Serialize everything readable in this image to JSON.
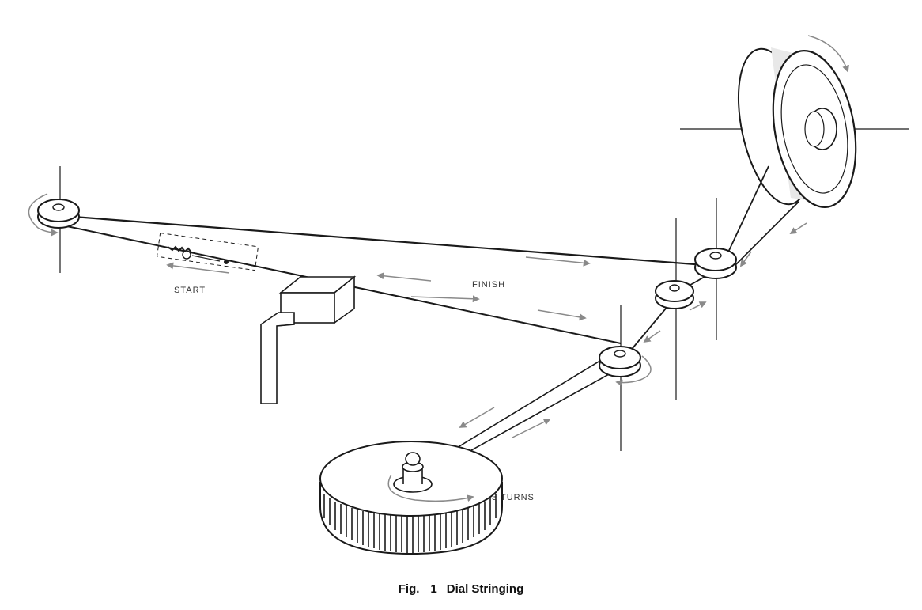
{
  "labels": {
    "start": "START",
    "finish": "FINISH",
    "turns": "3 TURNS"
  },
  "caption": {
    "prefix": "Fig.",
    "number": "1",
    "title": "Dial Stringing"
  },
  "colors": {
    "line": "#1a1a1a",
    "background": "#ffffff",
    "shade": "#bfbfbf",
    "arrow": "#8a8a8a"
  }
}
